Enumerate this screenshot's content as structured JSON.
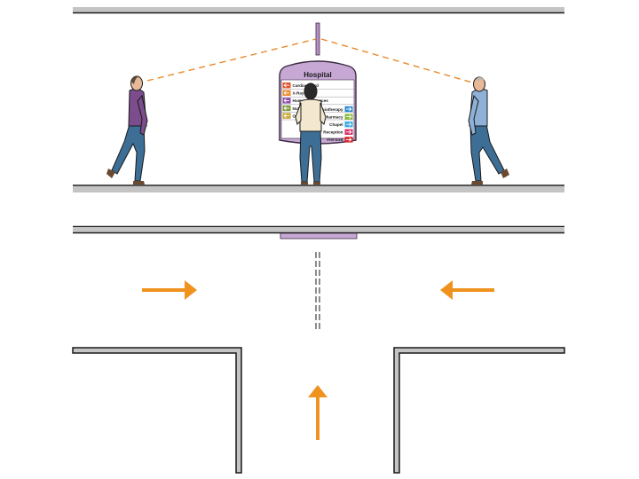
{
  "colors": {
    "wall_fill": "#c4c4c4",
    "wall_line": "#1a1a1a",
    "sign_purple": "#c7a8d4",
    "sign_edge": "#3a2a40",
    "sightline": "#e8892a",
    "arrow": "#f0921e",
    "skin": "#e8b999",
    "jeans": "#3d6e96",
    "shirt_purple": "#7b4d8c",
    "shirt_blue": "#8fb1d8",
    "shirt_cream": "#f3e7cf",
    "hair": "#2a2a2a"
  },
  "sign": {
    "title": "Hospital",
    "left_items": [
      {
        "label": "Cardiac Ward",
        "color": "#e3522b",
        "icon": "arrow-left-icon"
      },
      {
        "label": "X-Ray",
        "color": "#e88a2a",
        "icon": "arrow-left-icon"
      },
      {
        "label": "Human Resources",
        "color": "#8a4aa8",
        "icon": "arrow-left-icon"
      },
      {
        "label": "Nutrition",
        "color": "#7a9a3a",
        "icon": "arrow-left-icon"
      },
      {
        "label": "Outpatients",
        "color": "#c7a52a",
        "icon": "arrow-left-icon"
      }
    ],
    "right_items": [
      {
        "label": "Physiotherapy",
        "color": "#2a8ad0",
        "icon": "arrow-right-icon"
      },
      {
        "label": "Pharmacy",
        "color": "#8ab83a",
        "icon": "arrow-right-icon"
      },
      {
        "label": "Chapel",
        "color": "#36a8e0",
        "icon": "arrow-right-icon"
      },
      {
        "label": "Reception",
        "color": "#d8326a",
        "icon": "arrow-right-icon"
      },
      {
        "label": "Fire Exit",
        "color": "#d8262a",
        "icon": "arrow-right-icon"
      }
    ]
  },
  "plan": {
    "approach_arrows": [
      "arrow-from-left-icon",
      "arrow-from-right-icon",
      "arrow-from-below-icon"
    ]
  }
}
